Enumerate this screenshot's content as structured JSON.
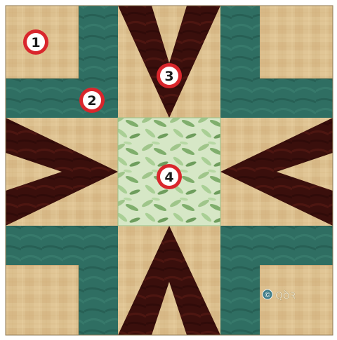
{
  "colors": {
    "background": "#ffffff",
    "tan": "#dcc08f",
    "tan_light": "#ead3a6",
    "tan_dark": "#c9a66f",
    "teal": "#2f6e62",
    "teal_dark": "#1f5248",
    "maroon": "#3a0f0c",
    "maroon_light": "#5a1a14",
    "leaf_bg": "#d6e7c6",
    "leaf": "#8db77a",
    "marker_ring": "#d9262c",
    "marker_fill": "#ffffff",
    "marker_text": "#1a1a1a"
  },
  "markers": [
    {
      "label": "1",
      "piece": "corner-square"
    },
    {
      "label": "2",
      "piece": "teal-rectangle"
    },
    {
      "label": "3",
      "piece": "maroon-chevron"
    },
    {
      "label": "4",
      "piece": "center-square"
    }
  ],
  "copyright": {
    "symbol": "©",
    "initials": "ꞯꝺꝛ"
  }
}
